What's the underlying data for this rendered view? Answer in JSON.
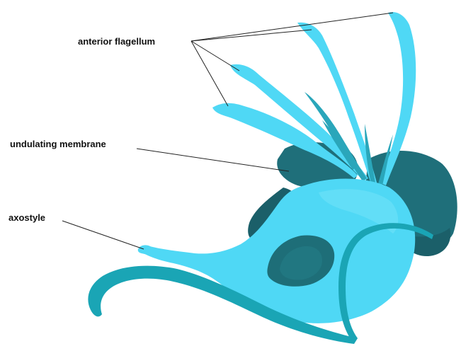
{
  "labels": {
    "anterior_flagellum": "anterior flagellum",
    "undulating_membrane": "undulating membrane",
    "axostyle": "axostyle"
  },
  "colors": {
    "light_cyan": "#4fd8f5",
    "mid_teal": "#2aa6ba",
    "dark_teal": "#1f6f7a",
    "deep_teal": "#1b5f69",
    "nucleus": "#1e6e78",
    "curl": "#1aa5b5",
    "leader_line": "#222222",
    "label_text": "#111111"
  }
}
